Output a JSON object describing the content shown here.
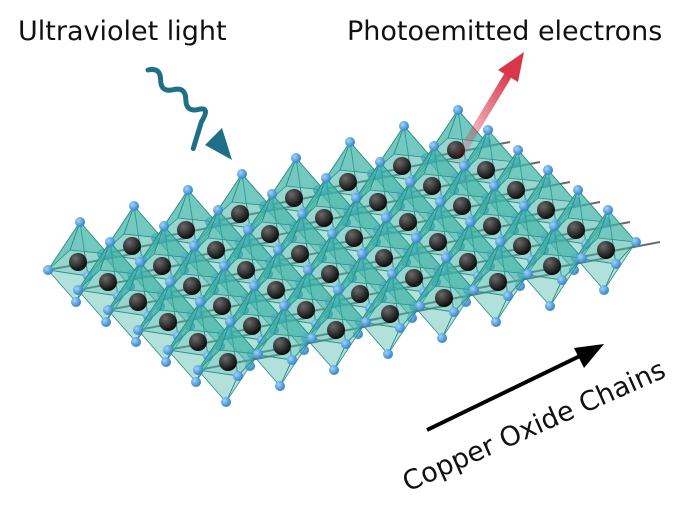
{
  "labels": {
    "uv": "Ultraviolet light",
    "photoemitted": "Photoemitted electrons",
    "chains": "Copper Oxide Chains"
  },
  "lattice": {
    "rows": 6,
    "cols": 8
  },
  "colors": {
    "octahedron_fill": "#3fb5a8",
    "octahedron_edge": "#2a8f84",
    "oxygen": "#3a8fd6",
    "copper": "#111111",
    "bond": "#6b6b6b",
    "uv_wave": "#1f6f86",
    "electron_arrow": "#d9364a",
    "chain_arrow": "#000000"
  },
  "icons": {
    "uv": "wavy-arrow-icon",
    "electron": "arrow-up-right-icon",
    "chain": "arrow-right-icon"
  }
}
